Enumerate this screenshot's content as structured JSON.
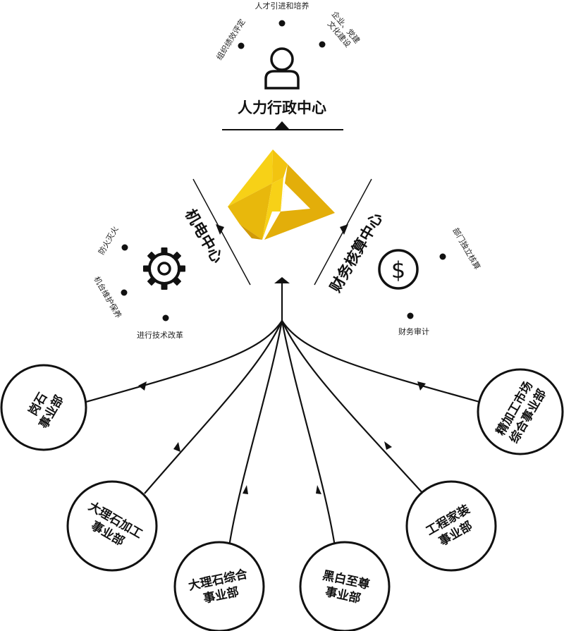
{
  "hr_center": {
    "title": "人力行政中心",
    "duties": [
      "组织绩效评定",
      "人才引进和培养",
      "企业、党建",
      "文化建设"
    ],
    "icon": "user-icon"
  },
  "mech_center": {
    "title": "机电中心",
    "duties": [
      "防火灭火",
      "机台维护保养",
      "进行技术改革"
    ],
    "icon": "gear-icon"
  },
  "finance_center": {
    "title": "财务核算中心",
    "duties": [
      "部门独立核算",
      "财务审计"
    ],
    "icon": "dollar-icon"
  },
  "logo": {
    "icon": "pyramid-logo-icon",
    "colors": [
      "#f7d117",
      "#e8b80c",
      "#d19a06"
    ]
  },
  "divisions": [
    {
      "name": "岗石事业部",
      "lines": [
        "岗石",
        "事业部"
      ]
    },
    {
      "name": "大理石加工事业部",
      "lines": [
        "大理石加工",
        "事业部"
      ]
    },
    {
      "name": "大理石综合事业部",
      "lines": [
        "大理石综合",
        "事业部"
      ]
    },
    {
      "name": "黑白至尊事业部",
      "lines": [
        "黑白至尊",
        "事业部"
      ]
    },
    {
      "name": "工程家装事业部",
      "lines": [
        "工程家装",
        "事业部"
      ]
    },
    {
      "name": "精加工市场综合事业部",
      "lines": [
        "精加工市场",
        "综合事业部"
      ]
    }
  ]
}
